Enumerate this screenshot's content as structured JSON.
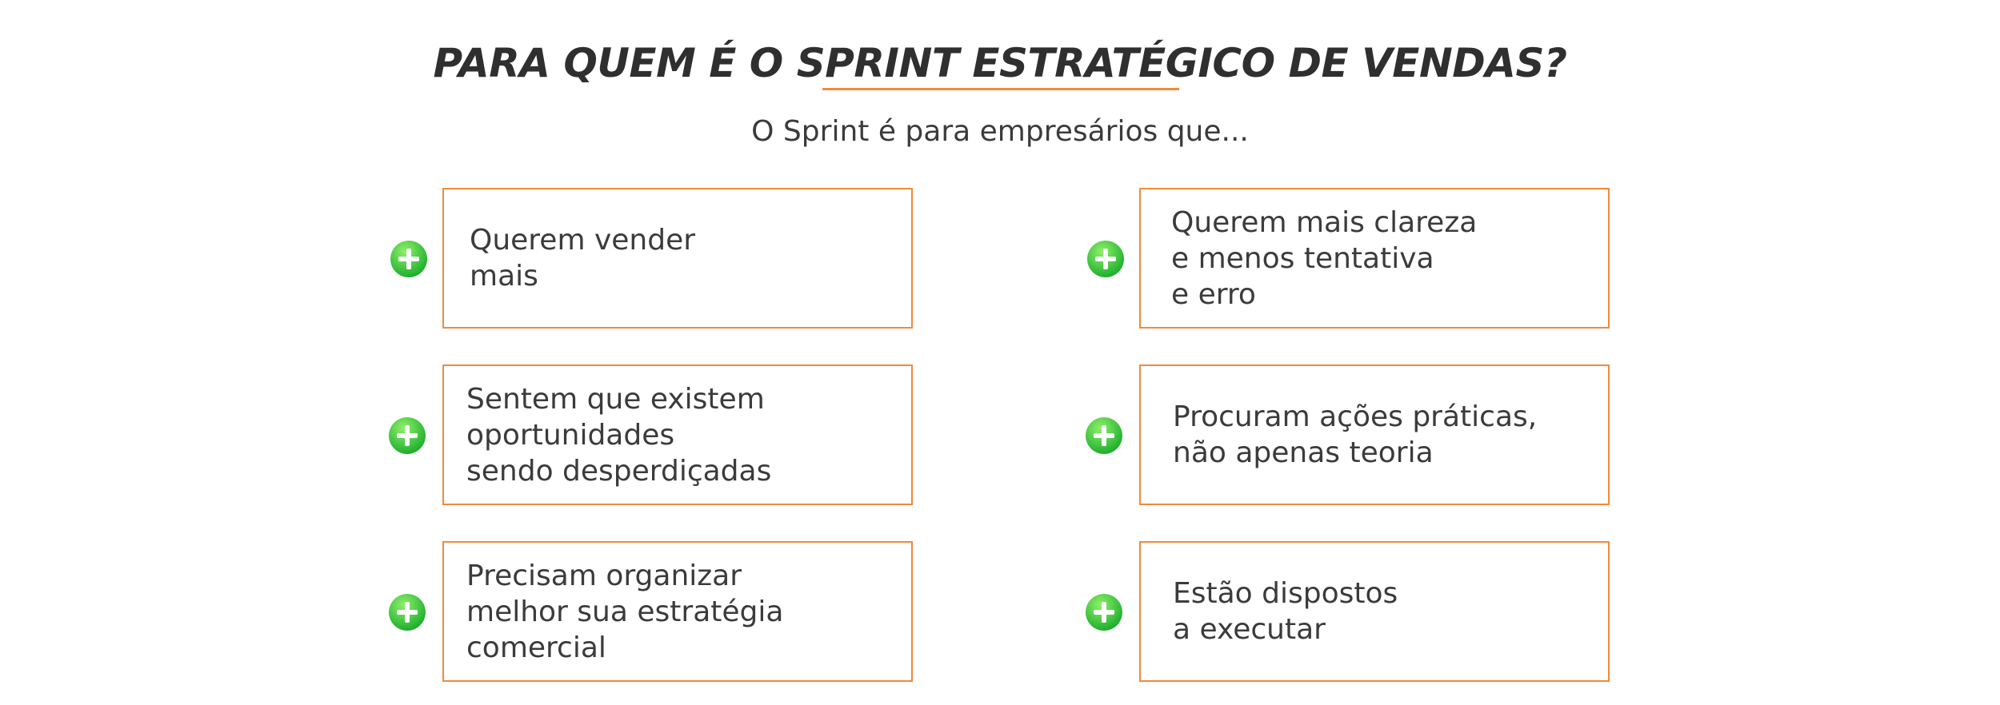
{
  "header": {
    "title": "PARA QUEM É O SPRINT ESTRATÉGICO DE VENDAS?",
    "subtitle": "O Sprint é para empresários que..."
  },
  "colors": {
    "accent": "#f08a3c",
    "icon_green": "#3cc43c",
    "text": "#3b3b3b"
  },
  "items": [
    {
      "text": "Querem vender\nmais",
      "icon": "plus-circle-icon"
    },
    {
      "text": "Querem mais clareza\ne menos tentativa\ne erro",
      "icon": "plus-circle-icon"
    },
    {
      "text": "Sentem que existem\noportunidades\nsendo desperdiçadas",
      "icon": "plus-circle-icon"
    },
    {
      "text": "Procuram ações práticas,\nnão apenas teoria",
      "icon": "plus-circle-icon"
    },
    {
      "text": "Precisam organizar\nmelhor sua estratégia\ncomercial",
      "icon": "plus-circle-icon"
    },
    {
      "text": "Estão dispostos\na executar",
      "icon": "plus-circle-icon"
    }
  ]
}
